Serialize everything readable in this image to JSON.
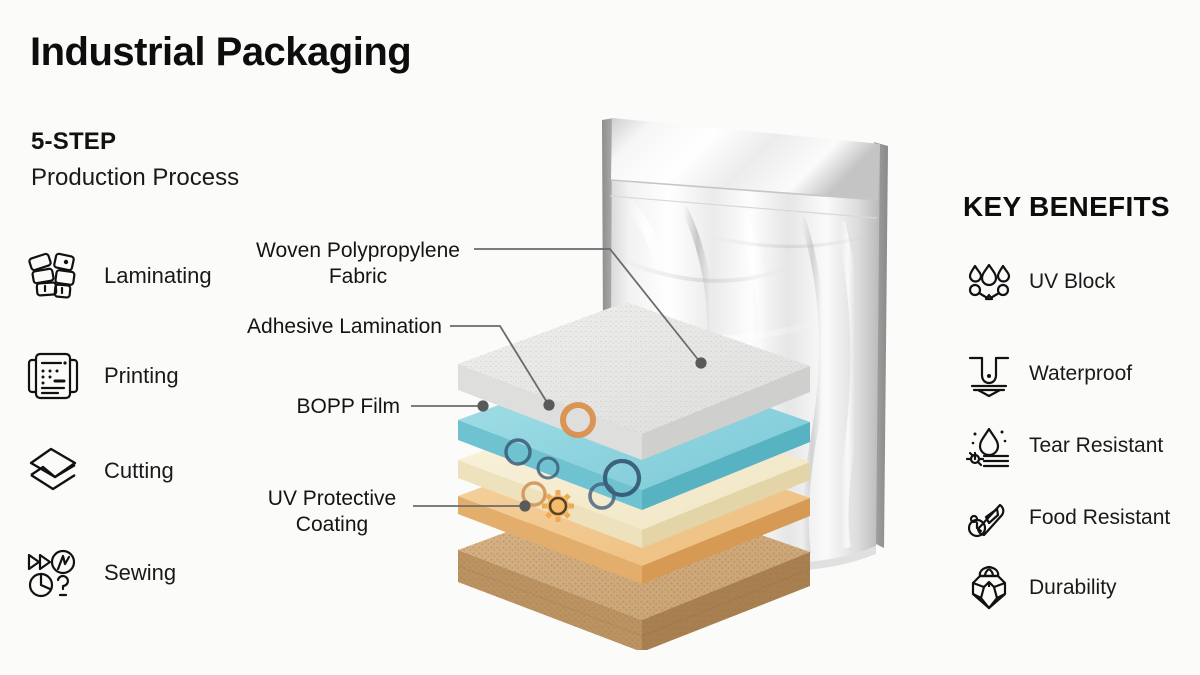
{
  "page": {
    "title": "Industrial Packaging",
    "background_color": "#fbfbfa",
    "text_color": "#141414"
  },
  "process": {
    "kicker": "5-STEP",
    "subtitle": "Production Process",
    "steps": [
      {
        "label": "Laminating",
        "icon": "stacked-swatches-icon"
      },
      {
        "label": "Printing",
        "icon": "printed-documents-icon"
      },
      {
        "label": "Cutting",
        "icon": "layers-cut-icon"
      },
      {
        "label": "Sewing",
        "icon": "sewing-symbols-icon"
      }
    ]
  },
  "benefits": {
    "title": "KEY BENEFITS",
    "items": [
      {
        "label": "UV Block",
        "icon": "droplet-cluster-icon"
      },
      {
        "label": "Waterproof",
        "icon": "water-barrier-icon"
      },
      {
        "label": "Tear Resistant",
        "icon": "droplet-layers-icon"
      },
      {
        "label": "Food Resistant",
        "icon": "thermometer-icon"
      },
      {
        "label": "Durability",
        "icon": "gem-icon"
      }
    ]
  },
  "diagram": {
    "callouts": [
      {
        "text_line1": "Woven Polypropylene",
        "text_line2": "Fabric",
        "target_layer": "fabric"
      },
      {
        "text_line1": "Adhesive Lamination",
        "text_line2": "",
        "target_layer": "adhesive"
      },
      {
        "text_line1": "BOPP Film",
        "text_line2": "",
        "target_layer": "bopp"
      },
      {
        "text_line1": "UV Protective",
        "text_line2": "Coating",
        "target_layer": "uv-coating"
      }
    ],
    "layers": [
      {
        "name": "BOPP Film / textured top sheet",
        "color": "#e8e8e6",
        "edge_color": "#c9c9c7"
      },
      {
        "name": "Adhesive Lamination",
        "color": "#8fd4de",
        "edge_color": "#5fbccb"
      },
      {
        "name": "Cream barrier",
        "color": "#f5ecd2",
        "edge_color": "#e4d9b4"
      },
      {
        "name": "UV Protective Coating",
        "color": "#f0c98d",
        "edge_color": "#dfae6b"
      },
      {
        "name": "Woven Polypropylene Fabric",
        "color": "#cfa877",
        "edge_color": "#b58f5f"
      }
    ],
    "accent_ring_colors": [
      "#d98c45",
      "#3a5a78"
    ],
    "leader_color": "#6b6b6b",
    "pouch": {
      "name": "stand-up-pouch",
      "body_color": "#f4f4f4",
      "gusset_color": "#9a9a9a"
    }
  }
}
